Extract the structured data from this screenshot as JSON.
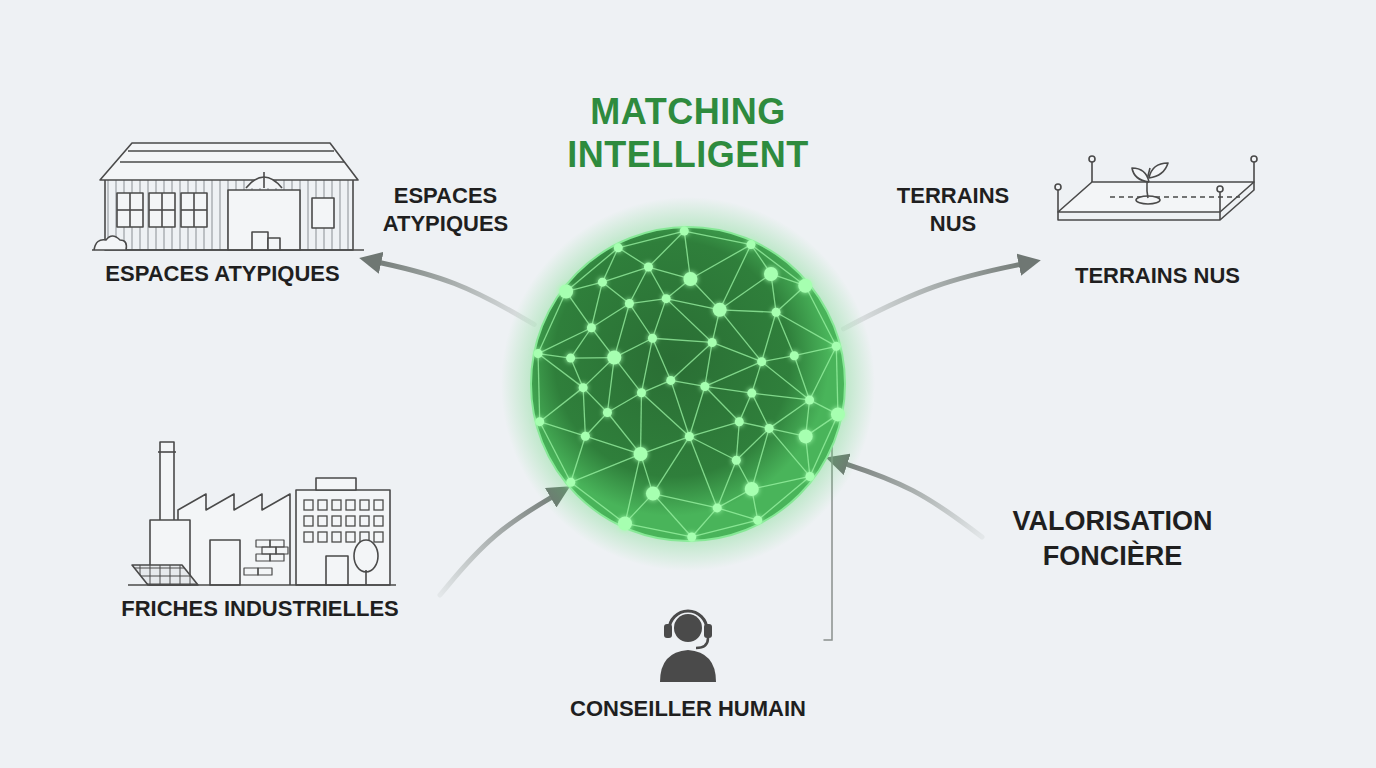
{
  "diagram": {
    "nodes": [
      {
        "text": [
          "MATCHING INTELLIGENT"
        ]
      },
      {
        "text": [
          "ESPACES ATYPIQUES"
        ]
      },
      {
        "text": [
          "TERRAINS NUS"
        ]
      },
      {
        "text": [
          "FRICHES INDUSTRIELLES"
        ]
      },
      {
        "text": [
          "VALORISATION FONCIÈRE"
        ]
      },
      {
        "text": [
          "CONSEILLER HUMAIN"
        ]
      }
    ],
    "edges": [
      {
        "from": 0,
        "to": 1,
        "arrow": "to"
      },
      {
        "from": 0,
        "to": 2,
        "arrow": "to"
      },
      {
        "from": 3,
        "to": 0,
        "arrow": "to"
      },
      {
        "from": 4,
        "to": 0,
        "arrow": "to"
      },
      {
        "from": 5,
        "to": 0,
        "arrow": "none"
      }
    ],
    "labels": [
      "ESPACES ATYPIQUES",
      "TERRAINS NUS"
    ]
  }
}
